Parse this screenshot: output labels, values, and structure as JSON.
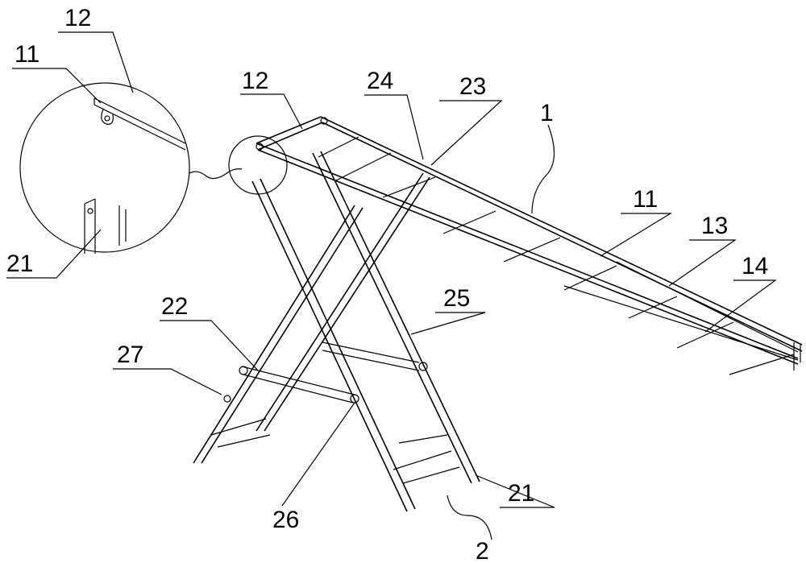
{
  "figure": {
    "labels": {
      "inset_12": "12",
      "inset_11": "11",
      "inset_21": "21",
      "top_12": "12",
      "hinge_24": "24",
      "hinge_23": "23",
      "ladder_1": "1",
      "rail_11": "11",
      "rail_13": "13",
      "rung_14": "14",
      "brace_22": "22",
      "brace_25": "25",
      "pin_27": "27",
      "pin_26": "26",
      "leg_21": "21",
      "frame_2": "2"
    }
  }
}
